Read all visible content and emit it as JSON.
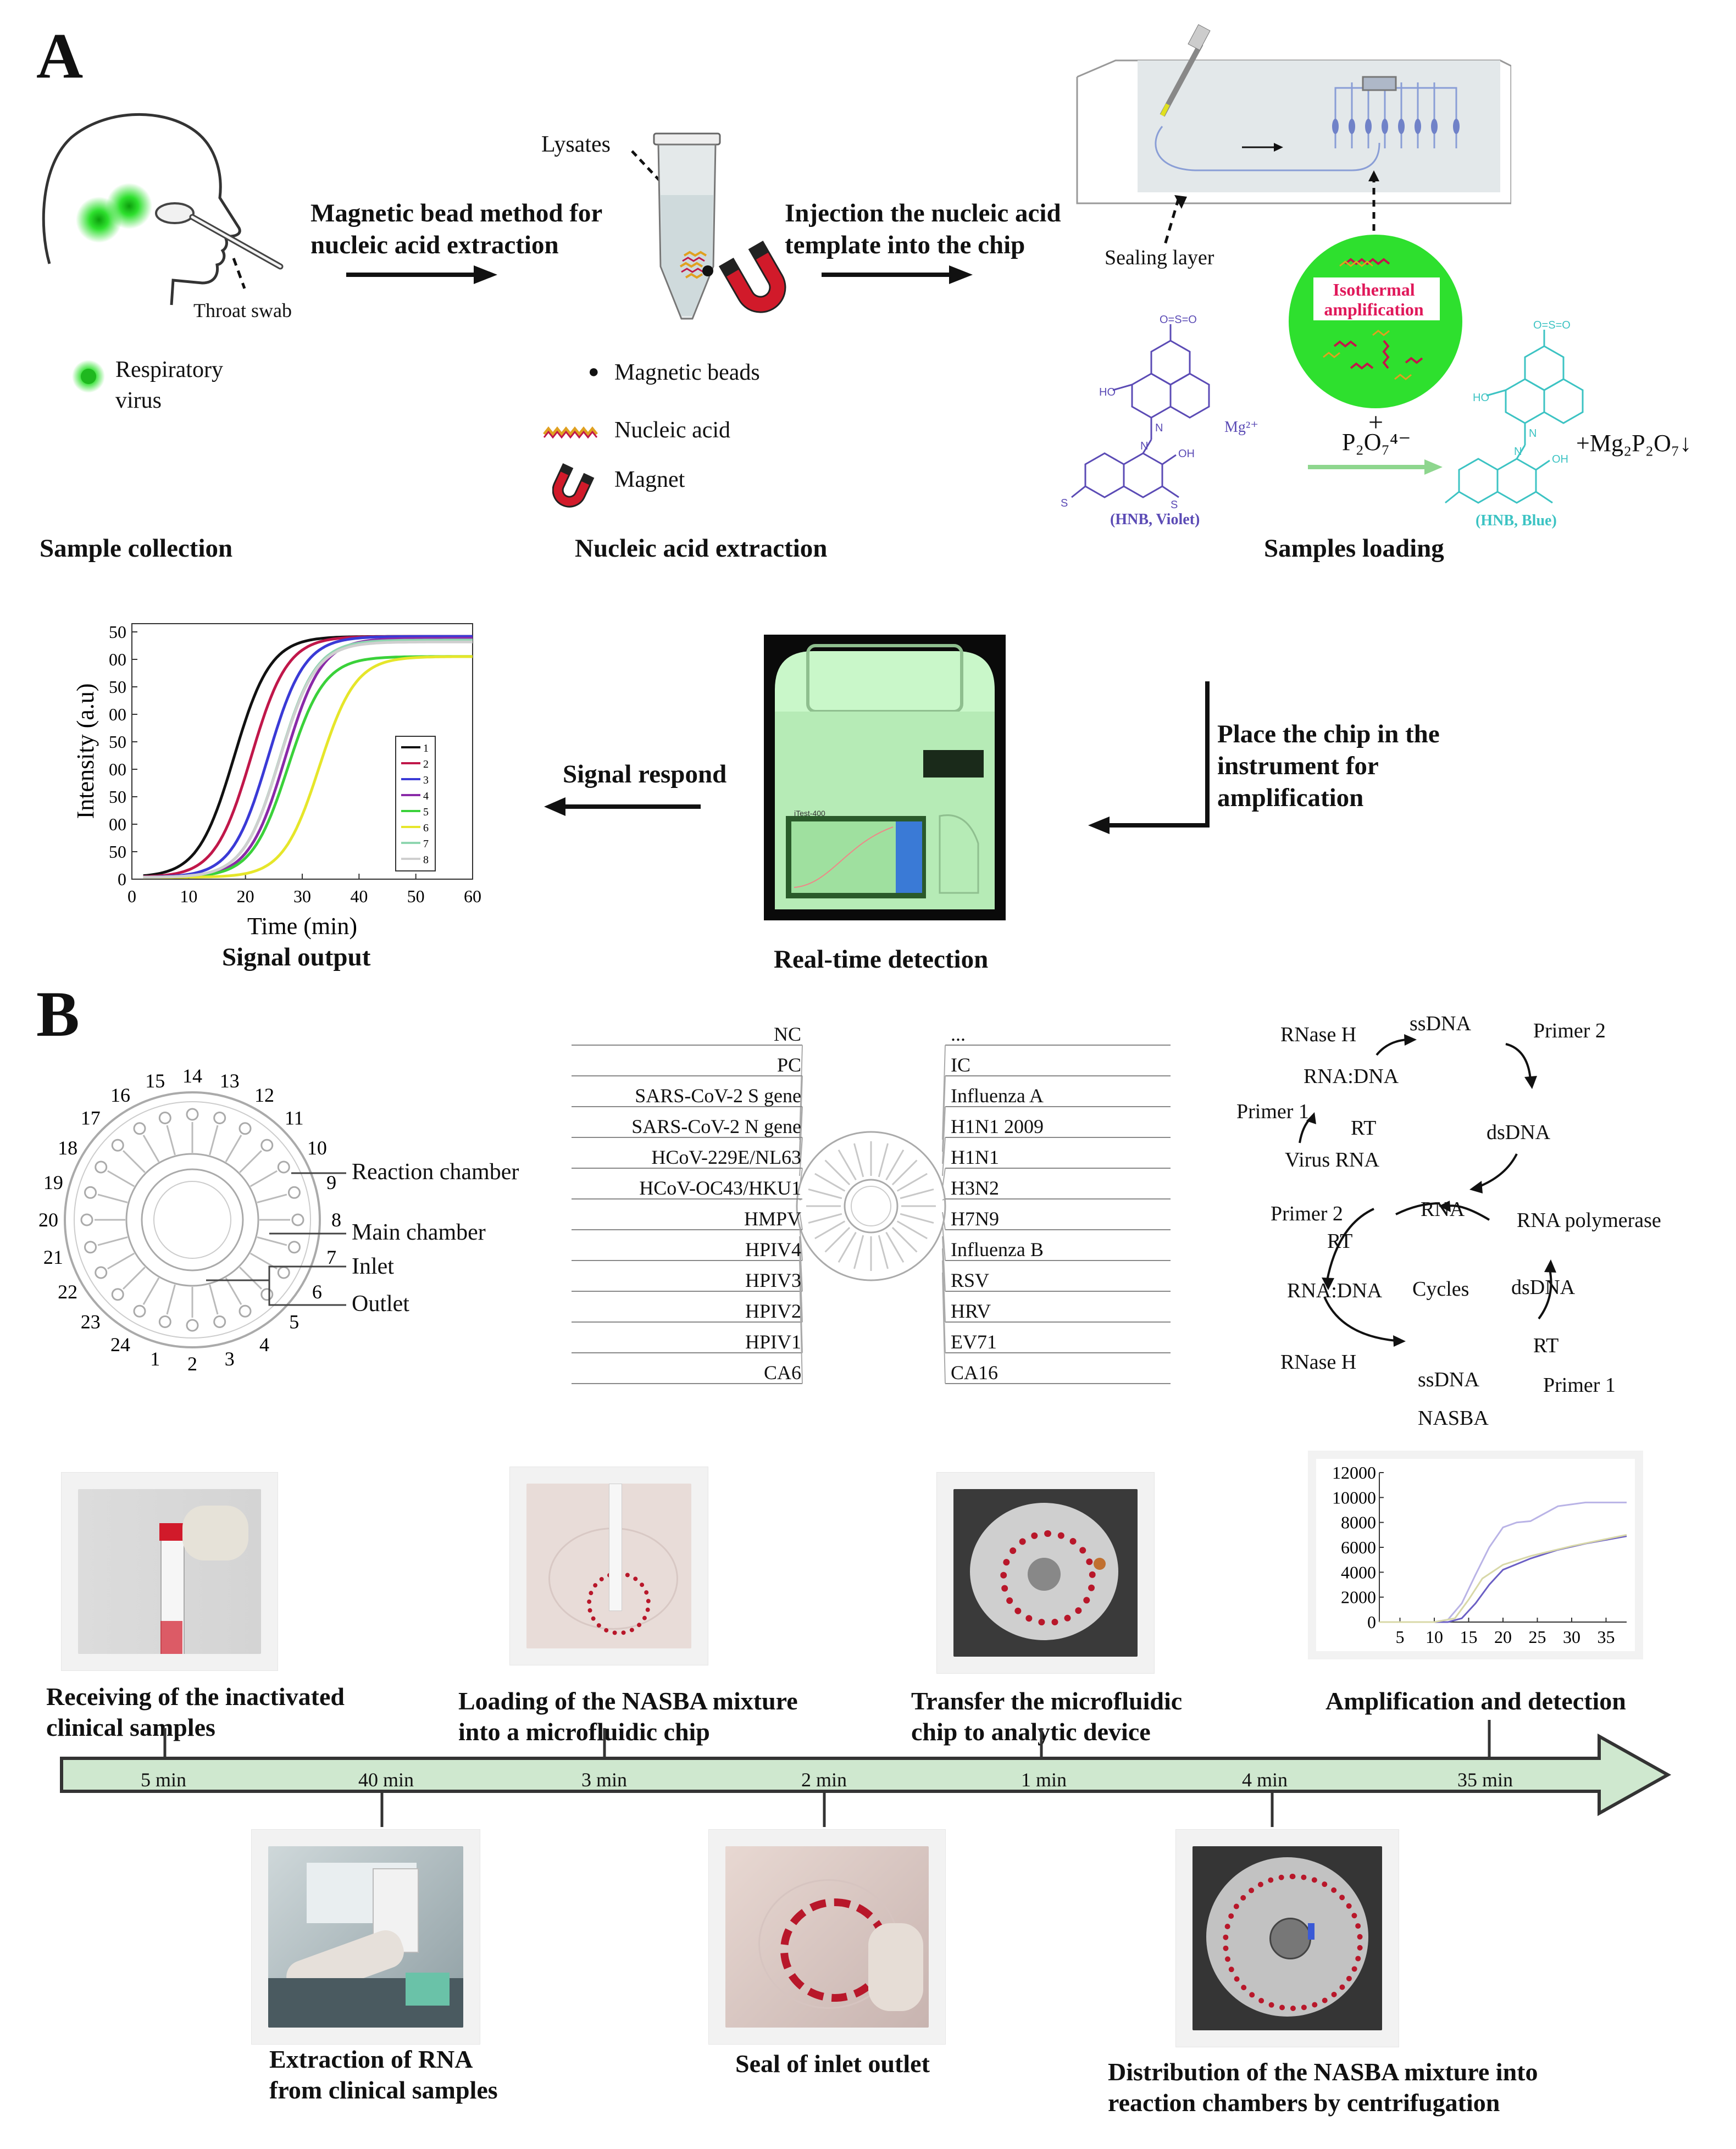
{
  "panel_a": {
    "letter": "A",
    "stage_labels": {
      "sample_collection": "Sample collection",
      "nucleic_extraction": "Nucleic acid extraction",
      "samples_loading": "Samples loading",
      "signal_output": "Signal output",
      "realtime_detection": "Real-time detection"
    },
    "arrows": {
      "magnetic_method_l1": "Magnetic bead method for",
      "magnetic_method_l2": "nucleic acid extraction",
      "injection_l1": "Injection the nucleic acid",
      "injection_l2": "template into the chip",
      "place_l1": "Place the chip in the",
      "place_l2": "instrument for",
      "place_l3": "amplification",
      "signal_respond": "Signal respond"
    },
    "labels": {
      "throat_swab": "Throat swab",
      "respiratory_l1": "Respiratory",
      "respiratory_l2": "virus",
      "lysates": "Lysates",
      "magnetic_beads": "Magnetic beads",
      "nucleic_acid": "Nucleic acid",
      "magnet": "Magnet",
      "sealing_layer": "Sealing layer",
      "isothermal_l1": "Isothermal",
      "isothermal_l2": "amplification",
      "hnb_violet": "(HNB, Violet)",
      "hnb_blue": "(HNB, Blue)",
      "mg": "Mg²⁺",
      "pyrophosphate": "P₂O₇⁴⁻",
      "product": "+Mg₂P₂O₇↓",
      "device_name": "iTest-400"
    },
    "colors": {
      "curve_1": "#111111",
      "curve_2": "#c0174a",
      "curve_3": "#3a3ad6",
      "curve_4": "#8a2aa8",
      "curve_5": "#3ad13a",
      "curve_6": "#e6e62a",
      "curve_7": "#8fd6b0",
      "curve_8": "#cfcfcf",
      "green_glow": "#2ee02e",
      "hnb_violet": "#5b4bb5",
      "hnb_blue": "#3cc3c3",
      "isothermal_text": "#e0185a"
    }
  },
  "chart_data": [
    {
      "type": "line",
      "xlabel": "Time (min)",
      "ylabel": "Intensity (a.u)",
      "xticks": [
        "0",
        "10",
        "20",
        "30",
        "40",
        "50",
        "60"
      ],
      "yticks": [
        "0",
        "50",
        "00",
        "50",
        "00",
        "50",
        "00",
        "50",
        "00",
        "50"
      ],
      "xlim": [
        0,
        60
      ],
      "ylim": [
        0,
        7
      ],
      "legend": [
        "1",
        "2",
        "3",
        "4",
        "5",
        "6",
        "7",
        "8"
      ],
      "legend_position": "lower-right",
      "series": [
        {
          "name": "1",
          "midpoint": 18,
          "plateau": 6.6
        },
        {
          "name": "2",
          "midpoint": 21,
          "plateau": 6.6
        },
        {
          "name": "3",
          "midpoint": 24,
          "plateau": 6.6
        },
        {
          "name": "4",
          "midpoint": 27,
          "plateau": 6.55
        },
        {
          "name": "5",
          "midpoint": 27.5,
          "plateau": 6.05
        },
        {
          "name": "6",
          "midpoint": 33,
          "plateau": 6.05
        },
        {
          "name": "7",
          "midpoint": 26,
          "plateau": 6.5
        },
        {
          "name": "8",
          "midpoint": 26,
          "plateau": 6.45
        }
      ]
    },
    {
      "type": "line",
      "xticks": [
        "5",
        "10",
        "15",
        "20",
        "25",
        "30",
        "35"
      ],
      "yticks": [
        "0",
        "2000",
        "4000",
        "6000",
        "8000",
        "10000",
        "12000"
      ],
      "xlim": [
        2,
        38
      ],
      "ylim": [
        0,
        12000
      ],
      "series": [
        {
          "x": [
            2,
            10,
            12,
            14,
            16,
            18,
            20,
            22,
            24,
            28,
            32,
            38
          ],
          "y": [
            0,
            0,
            200,
            1500,
            3800,
            6000,
            7600,
            8000,
            8100,
            9300,
            9600,
            9600
          ]
        },
        {
          "x": [
            2,
            12,
            14,
            16,
            18,
            20,
            24,
            28,
            32,
            38
          ],
          "y": [
            0,
            0,
            300,
            1500,
            3000,
            4200,
            5100,
            5800,
            6300,
            6900
          ]
        },
        {
          "x": [
            2,
            10,
            13,
            15,
            17,
            20,
            24,
            30,
            38
          ],
          "y": [
            0,
            0,
            300,
            1800,
            3500,
            4600,
            5300,
            6100,
            7000
          ]
        }
      ]
    }
  ],
  "panel_b": {
    "letter": "B",
    "chip_numbers": [
      "1",
      "2",
      "3",
      "4",
      "5",
      "6",
      "7",
      "8",
      "9",
      "10",
      "11",
      "12",
      "13",
      "14",
      "15",
      "16",
      "17",
      "18",
      "19",
      "20",
      "21",
      "22",
      "23",
      "24"
    ],
    "chip_labels": {
      "reaction_chamber": "Reaction chamber",
      "main_chamber": "Main chamber",
      "inlet": "Inlet",
      "outlet": "Outlet"
    },
    "targets_left": [
      "NC",
      "PC",
      "SARS-CoV-2 S gene",
      "SARS-CoV-2 N gene",
      "HCoV-229E/NL63",
      "HCoV-OC43/HKU1",
      "HMPV",
      "HPIV4",
      "HPIV3",
      "HPIV2",
      "HPIV1",
      "CA6"
    ],
    "targets_right": [
      "...",
      "IC",
      "Influenza A",
      "H1N1 2009",
      "H1N1",
      "H3N2",
      "H7N9",
      "Influenza B",
      "RSV",
      "HRV",
      "EV71",
      "CA16"
    ],
    "nasba": {
      "rnase_h_top": "RNase H",
      "ssdna_top": "ssDNA",
      "primer2_top": "Primer 2",
      "rna_dna_top": "RNA:DNA",
      "primer1_left": "Primer 1",
      "rt_top": "RT",
      "dsdna_top": "dsDNA",
      "virus_rna": "Virus RNA",
      "primer2_mid": "Primer 2",
      "rna": "RNA",
      "rna_polymerase": "RNA polymerase",
      "rt_mid": "RT",
      "rna_dna_mid": "RNA:DNA",
      "cycles": "Cycles",
      "dsdna_mid": "dsDNA",
      "rt_bottom": "RT",
      "rnase_h_bottom": "RNase H",
      "ssdna_bottom": "ssDNA",
      "primer1_bottom": "Primer 1",
      "nasba": "NASBA"
    },
    "workflow_top": {
      "receiving_l1": "Receiving of the inactivated",
      "receiving_l2": "clinical samples",
      "loading_l1": "Loading of the NASBA mixture",
      "loading_l2": "into a microfluidic chip",
      "transfer_l1": "Transfer the microfluidic",
      "transfer_l2": "chip to analytic device",
      "amplification": "Amplification and detection"
    },
    "workflow_bottom": {
      "extraction_l1": "Extraction of RNA",
      "extraction_l2": "from clinical samples",
      "seal": "Seal of inlet outlet",
      "distribution_l1": "Distribution of the NASBA mixture into",
      "distribution_l2": "reaction chambers by centrifugation"
    },
    "timeline": [
      "5 min",
      "40 min",
      "3 min",
      "2 min",
      "1 min",
      "4 min",
      "35 min"
    ],
    "colors": {
      "timeline_fill": "#cfe8cf",
      "timeline_stroke": "#333333",
      "chip_red": "#b8172a",
      "curve_a": "#b9b3e6",
      "curve_b": "#6b5fc4",
      "curve_c": "#d8d8a8"
    }
  }
}
